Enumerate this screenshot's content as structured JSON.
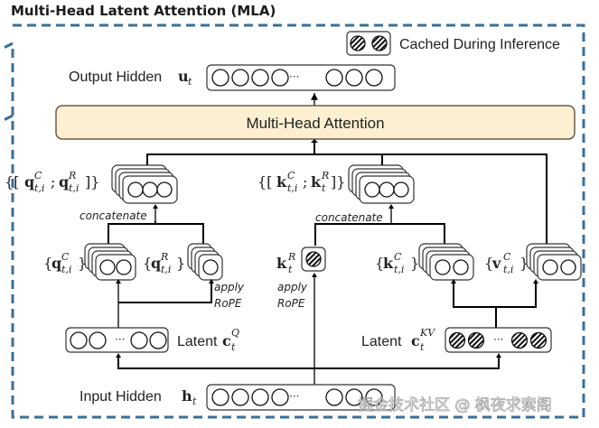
{
  "title": "Multi-Head Latent Attention (MLA)",
  "legend": {
    "label": "Cached During Inference",
    "icon": "hatched-circle-icon"
  },
  "output_hidden": {
    "label": "Output Hidden",
    "symbol": "u",
    "subscript": "t"
  },
  "attention": {
    "label": "Multi-Head Attention"
  },
  "query_concat": {
    "open": "{[",
    "a": "q",
    "a_sup": "C",
    "a_sub": "t,i",
    "sep": ";",
    "b": "q",
    "b_sup": "R",
    "b_sub": "t,i",
    "close": "]}"
  },
  "key_concat": {
    "open": "{[",
    "a": "k",
    "a_sup": "C",
    "a_sub": "t,i",
    "sep": ";",
    "b": "k",
    "b_sup": "R",
    "b_sub": "t",
    "close": "]}"
  },
  "concatenate_label": "concatenate",
  "qc": {
    "open": "{",
    "sym": "q",
    "sup": "C",
    "sub": "t,i",
    "close": "}"
  },
  "qr": {
    "open": "{",
    "sym": "q",
    "sup": "R",
    "sub": "t,i",
    "close": "}"
  },
  "kr": {
    "sym": "k",
    "sup": "R",
    "sub": "t"
  },
  "kc": {
    "open": "{",
    "sym": "k",
    "sup": "C",
    "sub": "t,i",
    "close": "}"
  },
  "vc": {
    "open": "{",
    "sym": "v",
    "sup": "C",
    "sub": "t,i",
    "close": "}"
  },
  "apply_rope": {
    "line1": "apply",
    "line2": "RoPE"
  },
  "latent_q": {
    "label": "Latent",
    "sym": "c",
    "sup": "Q",
    "sub": "t"
  },
  "latent_kv": {
    "label": "Latent",
    "sym": "c",
    "sup": "KV",
    "sub": "t"
  },
  "input_hidden": {
    "label": "Input Hidden",
    "symbol": "h",
    "subscript": "t"
  },
  "ellipsis": "···",
  "watermark": "掘金技术社区 @ 枫夜求索阁",
  "colors": {
    "dashed_border": "#3a6f98",
    "attention_fill": "#fdf0d0",
    "attention_stroke": "#6b5a4a"
  }
}
